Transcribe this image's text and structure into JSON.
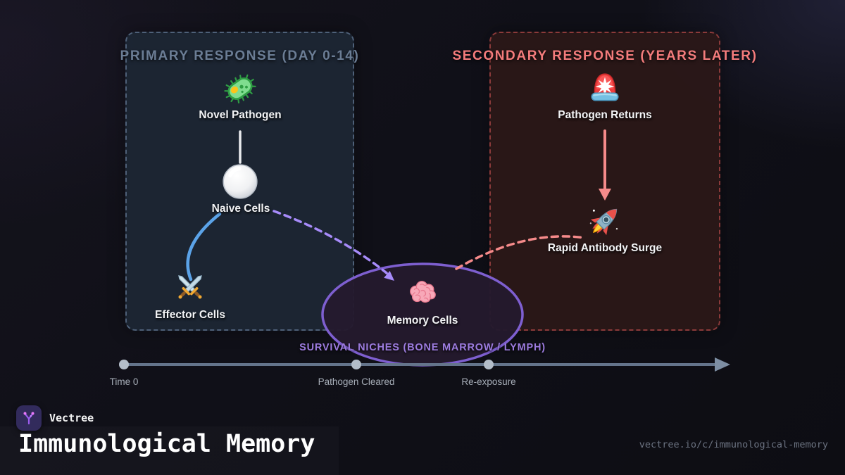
{
  "primary": {
    "title": "PRIMARY RESPONSE (DAY 0-14)",
    "accent": "#6b7d95",
    "nodes": {
      "pathogen": {
        "label": "Novel Pathogen",
        "icon": "microbe-icon"
      },
      "naive": {
        "label": "Naive Cells",
        "icon": "white-cell-icon"
      },
      "effector": {
        "label": "Effector Cells",
        "icon": "crossed-swords-icon"
      }
    }
  },
  "secondary": {
    "title": "SECONDARY RESPONSE (YEARS LATER)",
    "accent": "#f47c7c",
    "nodes": {
      "alert": {
        "label": "Pathogen Returns",
        "icon": "siren-icon"
      },
      "surge": {
        "label": "Rapid Antibody Surge",
        "icon": "rocket-icon"
      }
    }
  },
  "memory": {
    "label": "Memory Cells",
    "icon": "brain-icon",
    "caption": "SURVIVAL NICHES (BONE MARROW / LYMPH)",
    "accent": "#9d7ce0",
    "ellipse_stroke": "#7e5fd0"
  },
  "arrows": {
    "activation_color": "#5ba3e8",
    "memory_formation_color": "#a78bfa",
    "recall_color": "#f58a8a"
  },
  "timeline": {
    "axis_color": "#64748b",
    "markers": [
      {
        "label": "Time 0"
      },
      {
        "label": "Pathogen Cleared"
      },
      {
        "label": "Re-exposure"
      }
    ]
  },
  "footer": {
    "brand": "Vectree",
    "title": "Immunological Memory",
    "url": "vectree.io/c/immunological-memory",
    "logo": "vectree-logo-icon"
  }
}
